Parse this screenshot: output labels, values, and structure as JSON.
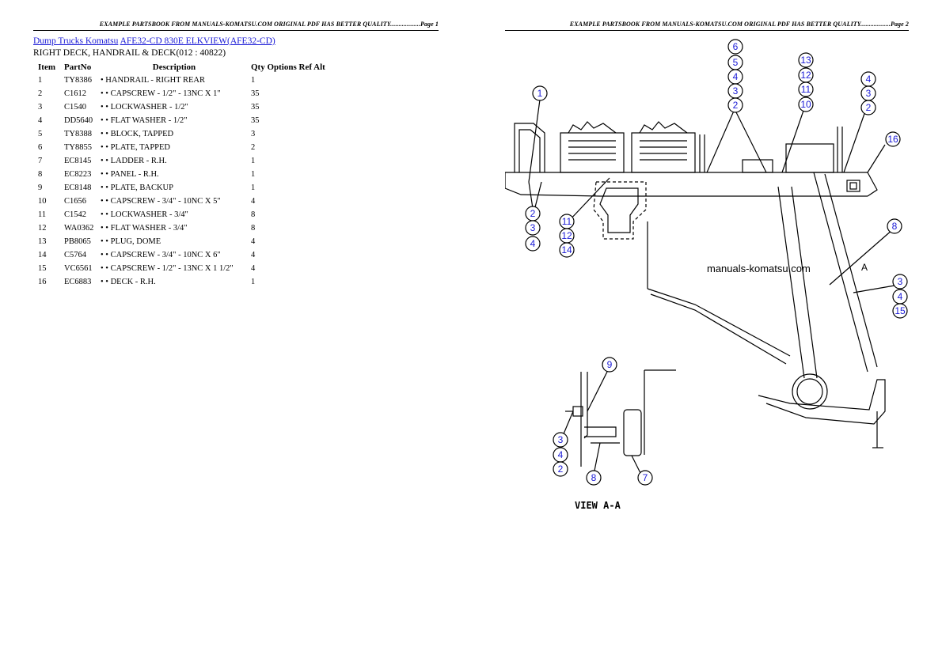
{
  "header": {
    "page1": "EXAMPLE PARTSBOOK FROM MANUALS-KOMATSU.COM ORIGINAL PDF HAS BETTER QUALITY..................Page 1",
    "page2": "EXAMPLE PARTSBOOK FROM MANUALS-KOMATSU.COM ORIGINAL PDF HAS BETTER QUALITY..................Page 2"
  },
  "breadcrumb": {
    "link1": "Dump Trucks Komatsu",
    "link2": "AFE32-CD 830E ELKVIEW(AFE32-CD)"
  },
  "subtitle": "RIGHT DECK, HANDRAIL & DECK(012 : 40822)",
  "table": {
    "headers": {
      "item": "Item",
      "partno": "PartNo",
      "description": "Description",
      "rest": "Qty Options Ref Alt"
    },
    "rows": [
      {
        "item": "1",
        "partno": "TY8386",
        "description": "• HANDRAIL - RIGHT REAR",
        "qty": "1"
      },
      {
        "item": "2",
        "partno": "C1612",
        "description": "• • CAPSCREW - 1/2\" - 13NC X 1\"",
        "qty": "35"
      },
      {
        "item": "3",
        "partno": "C1540",
        "description": "• • LOCKWASHER - 1/2\"",
        "qty": "35"
      },
      {
        "item": "4",
        "partno": "DD5640",
        "description": "• • FLAT WASHER - 1/2\"",
        "qty": "35"
      },
      {
        "item": "5",
        "partno": "TY8388",
        "description": "• • BLOCK, TAPPED",
        "qty": "3"
      },
      {
        "item": "6",
        "partno": "TY8855",
        "description": "• • PLATE, TAPPED",
        "qty": "2"
      },
      {
        "item": "7",
        "partno": "EC8145",
        "description": "• • LADDER - R.H.",
        "qty": "1"
      },
      {
        "item": "8",
        "partno": "EC8223",
        "description": "• • PANEL - R.H.",
        "qty": "1"
      },
      {
        "item": "9",
        "partno": "EC8148",
        "description": "• • PLATE, BACKUP",
        "qty": "1"
      },
      {
        "item": "10",
        "partno": "C1656",
        "description": "• • CAPSCREW - 3/4\" - 10NC X 5\"",
        "qty": "4"
      },
      {
        "item": "11",
        "partno": "C1542",
        "description": "• • LOCKWASHER - 3/4\"",
        "qty": "8"
      },
      {
        "item": "12",
        "partno": "WA0362",
        "description": "• • FLAT WASHER - 3/4\"",
        "qty": "8"
      },
      {
        "item": "13",
        "partno": "PB8065",
        "description": "• • PLUG, DOME",
        "qty": "4"
      },
      {
        "item": "14",
        "partno": "C5764",
        "description": "• • CAPSCREW - 3/4\" - 10NC X 6\"",
        "qty": "4"
      },
      {
        "item": "15",
        "partno": "VC6561",
        "description": "• • CAPSCREW - 1/2\" - 13NC X 1 1/2\"",
        "qty": "4"
      },
      {
        "item": "16",
        "partno": "EC6883",
        "description": "• • DECK - R.H.",
        "qty": "1"
      }
    ]
  },
  "diagram": {
    "watermark": "manuals-komatsu.com",
    "section_marker": "A",
    "view_label": "VIEW A-A",
    "callouts": [
      "6",
      "5",
      "4",
      "3",
      "2",
      "13",
      "12",
      "11",
      "10",
      "4",
      "3",
      "2",
      "1",
      "16",
      "2",
      "3",
      "4",
      "11",
      "12",
      "14",
      "8",
      "3",
      "4",
      "15",
      "9",
      "3",
      "4",
      "2",
      "8",
      "7"
    ],
    "accent_color": "#1a1ad6"
  }
}
